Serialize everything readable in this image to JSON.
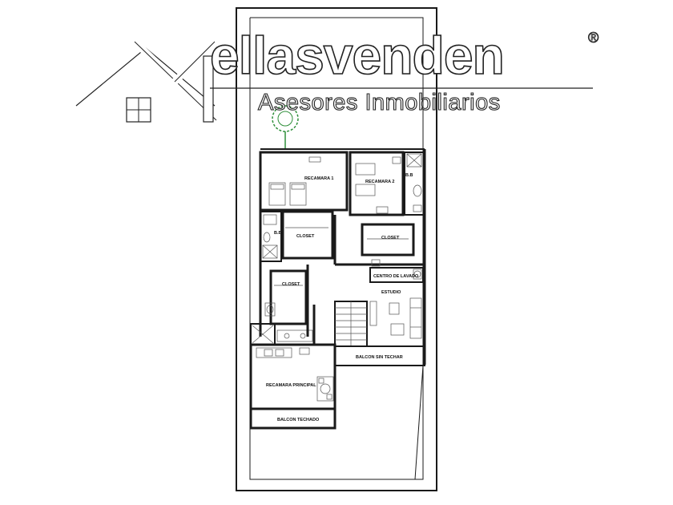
{
  "watermark": {
    "brand": "ellasvenden",
    "registered_mark": "®",
    "subtitle": "Asesores Inmobiliarios"
  },
  "rooms": {
    "recamara_1": "RECAMARA 1",
    "recamara_2": "RECAMARA 2",
    "bano_1": "B.B",
    "bano_2": "B.B",
    "closet_1": "CLOSET",
    "closet_2": "CLOSET",
    "closet_3": "CLOSET",
    "centro_lavado": "CENTRO DE LAVADO",
    "estudio": "ESTUDIO",
    "balcon_sin_techar": "BALCON SIN TECHAR",
    "recamara_principal": "RECAMARA PRINCIPAL",
    "balcon_techado": "BALCON TECHADO"
  },
  "colors": {
    "line": "#1a1a1a",
    "tree": "#2f8f3a",
    "background": "#ffffff"
  }
}
